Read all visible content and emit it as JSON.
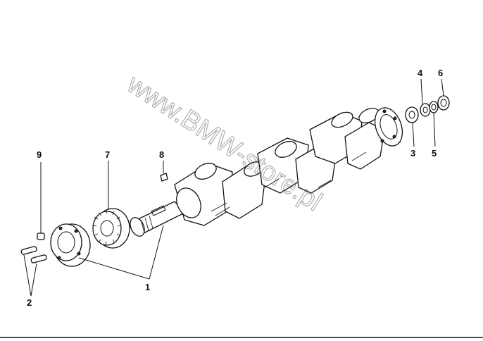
{
  "diagram": {
    "callouts": [
      {
        "id": "c1",
        "label": "1"
      },
      {
        "id": "c2",
        "label": "2"
      },
      {
        "id": "c3",
        "label": "3"
      },
      {
        "id": "c4",
        "label": "4"
      },
      {
        "id": "c5",
        "label": "5"
      },
      {
        "id": "c6",
        "label": "6"
      },
      {
        "id": "c7",
        "label": "7"
      },
      {
        "id": "c8",
        "label": "8"
      },
      {
        "id": "c9",
        "label": "9"
      }
    ],
    "watermark": "www.BMW-store.pl"
  }
}
